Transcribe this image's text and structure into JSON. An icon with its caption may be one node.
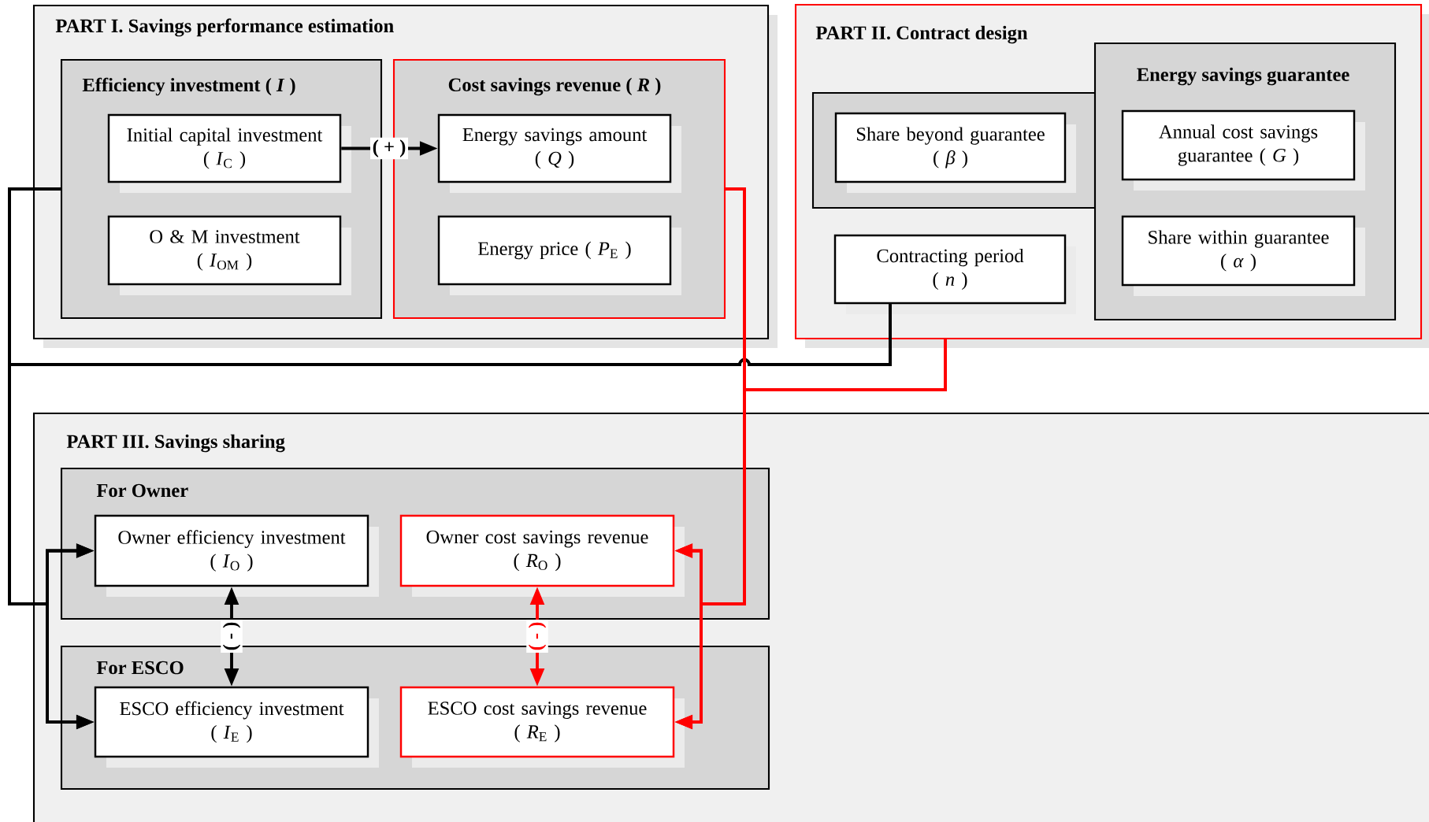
{
  "diagram": {
    "nodes": [
      {
        "text": [
          "PART I. Savings performance estimation"
        ]
      },
      {
        "text": [
          "Efficiency investment ( *I* )"
        ],
        "in": 0
      },
      {
        "text": [
          "Initial capital investment",
          "( *I*$_{C}$ )"
        ],
        "in": 1
      },
      {
        "text": [
          "O & M investment",
          "( *I*$_{OM}$ )"
        ],
        "in": 1
      },
      {
        "text": [
          "Cost savings revenue ( *R* )"
        ],
        "in": 0
      },
      {
        "text": [
          "Energy savings amount",
          "( *Q* )"
        ],
        "in": 4
      },
      {
        "text": [
          "Energy price ( *P*$_{E}$ )"
        ],
        "in": 4
      },
      {
        "text": [
          "PART II. Contract design"
        ]
      },
      {
        "text": [],
        "shape": "box",
        "in": 7
      },
      {
        "text": [
          "Share beyond guarantee",
          "( *β* )"
        ],
        "in": 8
      },
      {
        "text": [
          "Energy savings guarantee"
        ],
        "in": 7
      },
      {
        "text": [
          "Annual cost savings guarantee ( *G* )"
        ],
        "in": 10
      },
      {
        "text": [
          "Share within guarantee",
          "( *α* )"
        ],
        "in": 10
      },
      {
        "text": [
          "Contracting period",
          "( *n* )"
        ],
        "in": 7
      },
      {
        "text": [
          "PART III. Savings sharing"
        ]
      },
      {
        "text": [
          "For Owner"
        ],
        "in": 14
      },
      {
        "text": [
          "Owner efficiency investment",
          "( *I*$_{O}$ )"
        ],
        "in": 15
      },
      {
        "text": [
          "Owner cost savings revenue",
          "( *R*$_{O}$ )"
        ],
        "in": 15
      },
      {
        "text": [
          "For ESCO"
        ],
        "in": 14
      },
      {
        "text": [
          "ESCO efficiency investment",
          "( *I*$_{E}$ )"
        ],
        "in": 18
      },
      {
        "text": [
          "ESCO cost savings revenue",
          "( *R*$_{E}$ )"
        ],
        "in": 18
      }
    ],
    "edges": [
      {
        "from": 2,
        "to": 5,
        "arrow": "to",
        "label": "( + )",
        "color": "#000000"
      },
      {
        "from": 1,
        "to": 16,
        "arrow": "to",
        "color": "#000000"
      },
      {
        "from": 1,
        "to": 19,
        "arrow": "to",
        "color": "#000000"
      },
      {
        "from": 13,
        "to": 16,
        "arrow": "to",
        "color": "#000000"
      },
      {
        "from": 13,
        "to": 19,
        "arrow": "to",
        "color": "#000000"
      },
      {
        "from": 4,
        "to": 17,
        "arrow": "to",
        "color": "#ff0000"
      },
      {
        "from": 4,
        "to": 20,
        "arrow": "to",
        "color": "#ff0000"
      },
      {
        "from": 7,
        "to": 17,
        "arrow": "to",
        "color": "#ff0000"
      },
      {
        "from": 7,
        "to": 20,
        "arrow": "to",
        "color": "#ff0000"
      },
      {
        "from": 16,
        "to": 19,
        "arrow": "both",
        "label": "( - )",
        "color": "#000000"
      },
      {
        "from": 17,
        "to": 20,
        "arrow": "both",
        "label": "( - )",
        "color": "#ff0000"
      }
    ]
  }
}
